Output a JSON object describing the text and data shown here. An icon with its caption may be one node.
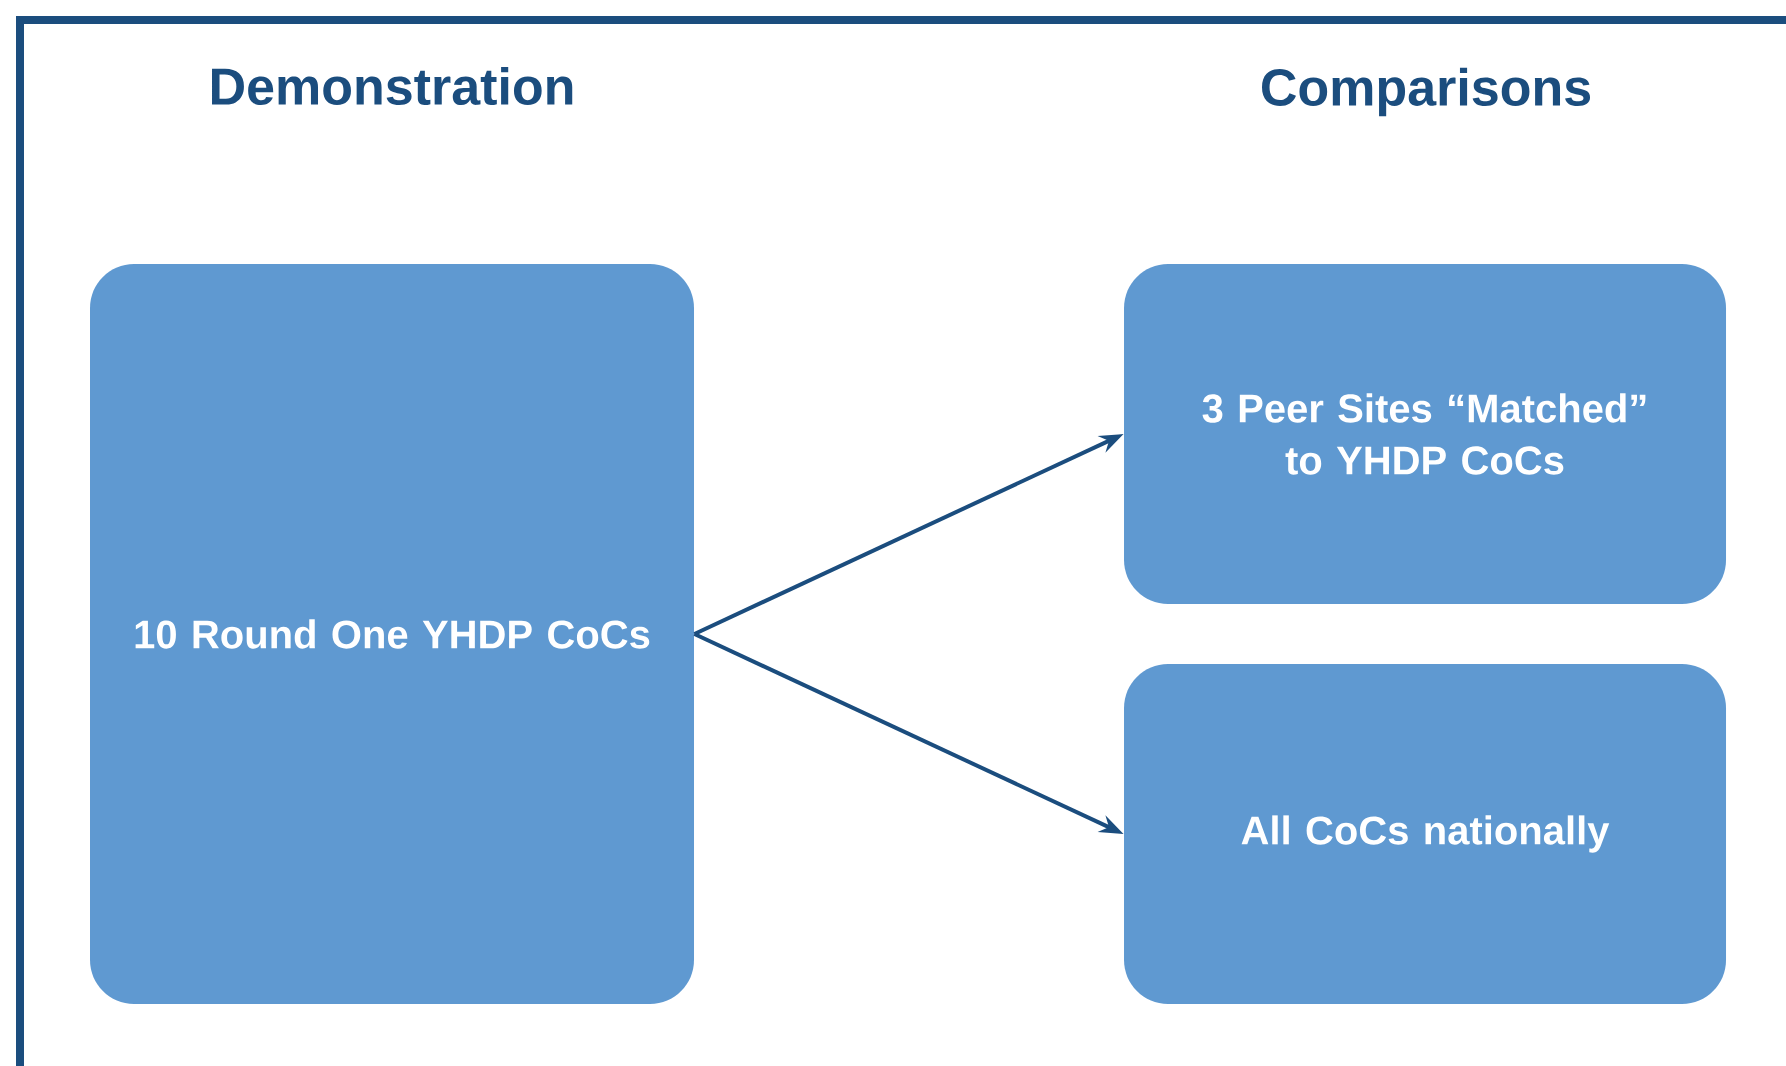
{
  "diagram": {
    "nodes": [
      {
        "text": [
          "10 Round One YHDP CoCs"
        ]
      },
      {
        "text": [
          "3 Peer Sites “Matched” to YHDP CoCs"
        ]
      },
      {
        "text": [
          "All CoCs nationally"
        ]
      }
    ],
    "edges": [
      {
        "from": 0,
        "to": 1,
        "arrow": "to"
      },
      {
        "from": 0,
        "to": 2,
        "arrow": "to"
      }
    ],
    "labels": [
      "Demonstration",
      "Comparisons"
    ]
  }
}
